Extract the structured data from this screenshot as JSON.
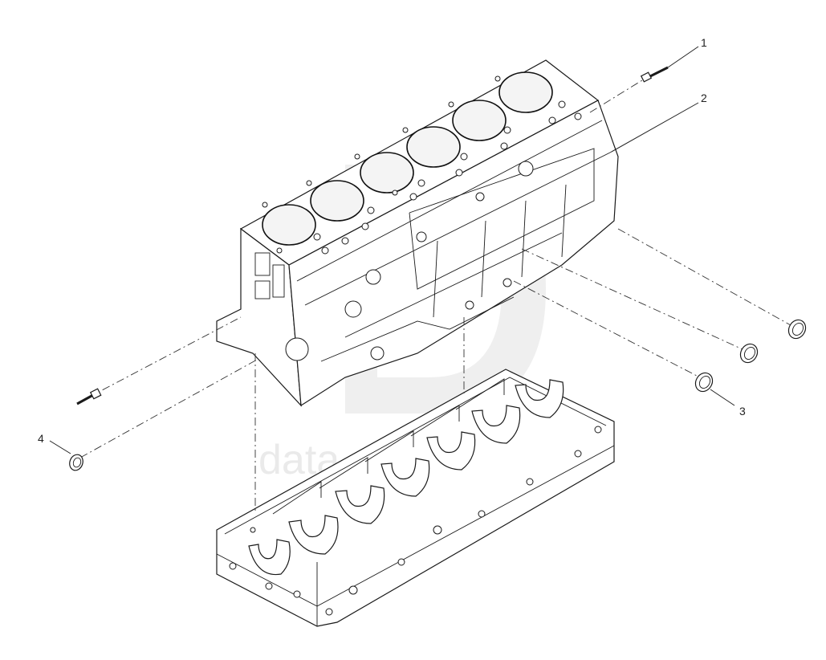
{
  "watermark": {
    "text": "data"
  },
  "callouts": [
    {
      "id": "callout-1",
      "label": "1"
    },
    {
      "id": "callout-2",
      "label": "2"
    },
    {
      "id": "callout-3",
      "label": "3"
    },
    {
      "id": "callout-4",
      "label": "4"
    }
  ],
  "colors": {
    "line": "#1a1a1a",
    "watermark": "#d9d9d9",
    "background": "#ffffff"
  }
}
